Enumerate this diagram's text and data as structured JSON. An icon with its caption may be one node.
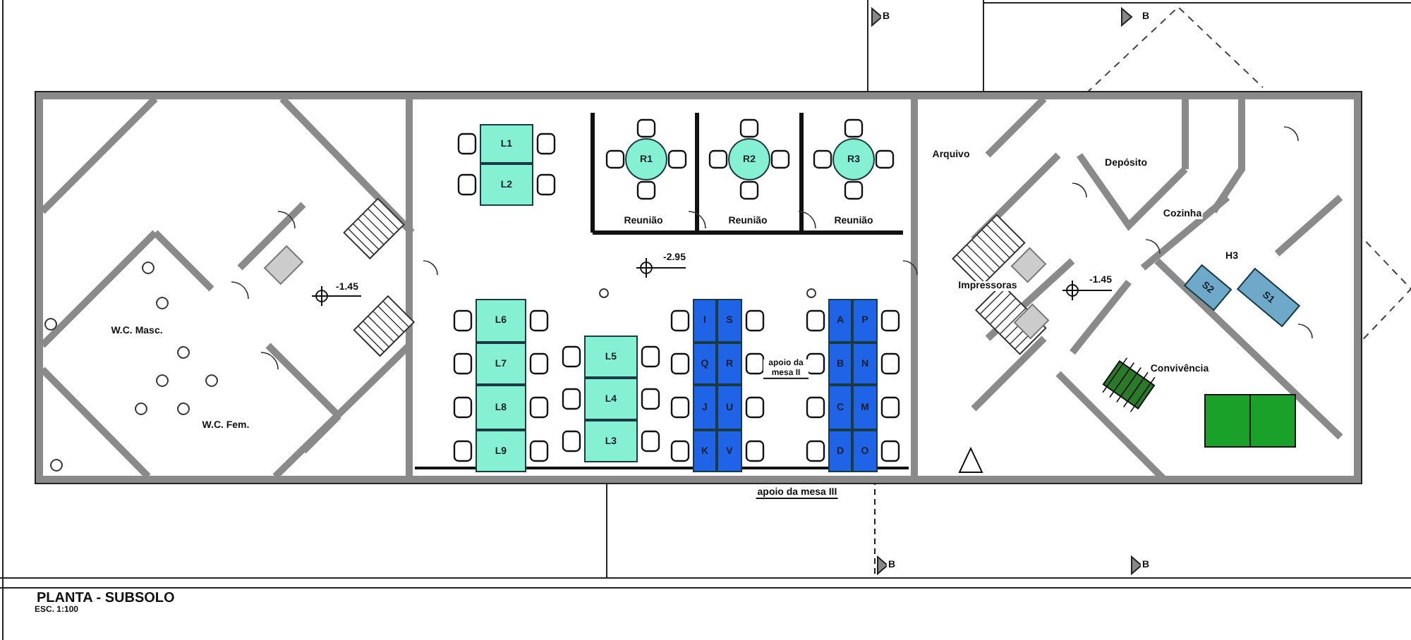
{
  "diagram": {
    "title": "PLANTA - SUBSOLO",
    "nodes": [
      {
        "text": [
          "L1"
        ]
      },
      {
        "text": [
          "L2"
        ]
      },
      {
        "text": [
          "R1"
        ]
      },
      {
        "text": [
          "R2"
        ]
      },
      {
        "text": [
          "R3"
        ]
      },
      {
        "text": [
          "S2"
        ]
      },
      {
        "text": [
          "S1"
        ]
      },
      {
        "text": [
          "L6"
        ]
      },
      {
        "text": [
          "L7"
        ]
      },
      {
        "text": [
          "L8"
        ]
      },
      {
        "text": [
          "L9"
        ]
      },
      {
        "text": [
          "L5"
        ]
      },
      {
        "text": [
          "L4"
        ]
      },
      {
        "text": [
          "L3"
        ]
      },
      {
        "text": [
          "I"
        ]
      },
      {
        "text": [
          "S"
        ]
      },
      {
        "text": [
          "Q"
        ]
      },
      {
        "text": [
          "R"
        ]
      },
      {
        "text": [
          "J"
        ]
      },
      {
        "text": [
          "U"
        ]
      },
      {
        "text": [
          "K"
        ]
      },
      {
        "text": [
          "V"
        ]
      },
      {
        "text": [
          "A"
        ]
      },
      {
        "text": [
          "P"
        ]
      },
      {
        "text": [
          "B"
        ]
      },
      {
        "text": [
          "N"
        ]
      },
      {
        "text": [
          "C"
        ]
      },
      {
        "text": [
          "M"
        ]
      },
      {
        "text": [
          "D"
        ]
      },
      {
        "text": [
          "O"
        ]
      }
    ],
    "edges": [],
    "labels": [
      "B",
      "B",
      "Arquivo",
      "Depósito",
      "Reunião",
      "Reunião",
      "Reunião",
      "Cozinha",
      "-2.95",
      "H3",
      "W.C. Masc.",
      "-1.45",
      "Impressoras",
      "-1.45",
      "apoio da mesa II",
      "Convivência",
      "W.C. Fem.",
      "apoio da mesa III",
      "B",
      "B",
      "ESC. 1:100"
    ]
  }
}
